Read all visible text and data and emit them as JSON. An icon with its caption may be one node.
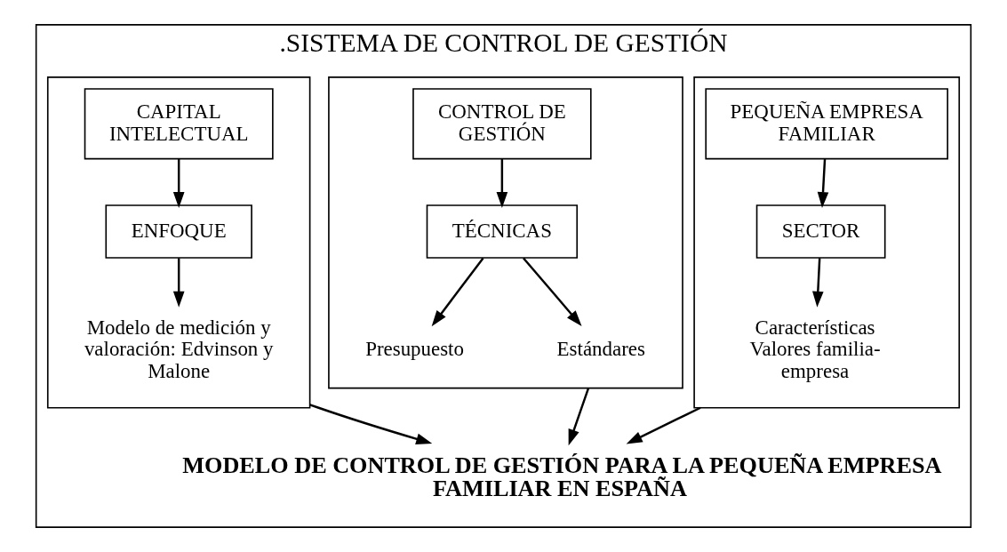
{
  "diagram": {
    "nodes": [
      {
        "text": [
          ".SISTEMA DE CONTROL DE GESTIÓN"
        ]
      },
      {
        "text": [],
        "shape": "box",
        "in": 0
      },
      {
        "text": [
          "PEQUEÑA EMPRESA FAMILIAR"
        ],
        "in": 1
      },
      {
        "text": [
          "SECTOR"
        ],
        "in": 1
      },
      {
        "text": [
          "Características Valores familia-empresa"
        ],
        "in": 1
      },
      {
        "text": [],
        "shape": "box",
        "in": 0
      },
      {
        "text": [
          "CONTROL DE GESTIÓN"
        ],
        "in": 5
      },
      {
        "text": [
          "TÉCNICAS"
        ],
        "in": 5
      },
      {
        "text": [
          "Presupuesto"
        ],
        "in": 5
      },
      {
        "text": [
          "Estándares"
        ],
        "in": 5
      },
      {
        "text": [],
        "shape": "box",
        "in": 0
      },
      {
        "text": [
          "CAPITAL INTELECTUAL"
        ],
        "in": 10
      },
      {
        "text": [
          "ENFOQUE"
        ],
        "in": 10
      },
      {
        "text": [
          "Modelo de medición y valoración: Edvinson y Malone"
        ],
        "in": 10
      },
      {
        "text": [
          "MODELO DE CONTROL DE GESTIÓN PARA LA PEQUEÑA EMPRESA FAMILIAR EN ESPAÑA"
        ],
        "in": 0
      }
    ],
    "edges": [
      {
        "from": 2,
        "to": 3,
        "arrow": "to"
      },
      {
        "from": 3,
        "to": 4,
        "arrow": "to"
      },
      {
        "from": 6,
        "to": 7,
        "arrow": "to"
      },
      {
        "from": 7,
        "to": 8,
        "arrow": "to"
      },
      {
        "from": 7,
        "to": 9,
        "arrow": "to"
      },
      {
        "from": 11,
        "to": 12,
        "arrow": "to"
      },
      {
        "from": 12,
        "to": 13,
        "arrow": "to"
      },
      {
        "from": 1,
        "to": 14,
        "arrow": "to"
      },
      {
        "from": 5,
        "to": 14,
        "arrow": "to"
      },
      {
        "from": 10,
        "to": 14,
        "arrow": "to"
      }
    ]
  }
}
